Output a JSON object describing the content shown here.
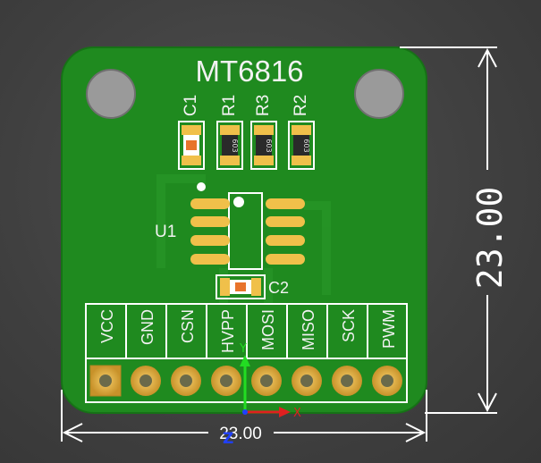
{
  "board": {
    "title": "MT6816",
    "board_color": "#1f8a1f",
    "silkscreen_color": "#ffffff",
    "pad_color": "#f0c04a"
  },
  "components": {
    "c1": {
      "designator": "C1",
      "code": ""
    },
    "r1": {
      "designator": "R1",
      "code": "603"
    },
    "r3": {
      "designator": "R3",
      "code": "603"
    },
    "r2": {
      "designator": "R2",
      "code": "603"
    },
    "u1": {
      "designator": "U1"
    },
    "c2": {
      "designator": "C2"
    }
  },
  "header": {
    "pins": [
      "VCC",
      "GND",
      "CSN",
      "HVPP",
      "MOSI",
      "MISO",
      "SCK",
      "PWM"
    ]
  },
  "dimensions": {
    "height_text": "23.00",
    "width_text": "23.00"
  },
  "axes": {
    "x_label": "X",
    "y_label": "Y",
    "z_label": "Z"
  }
}
